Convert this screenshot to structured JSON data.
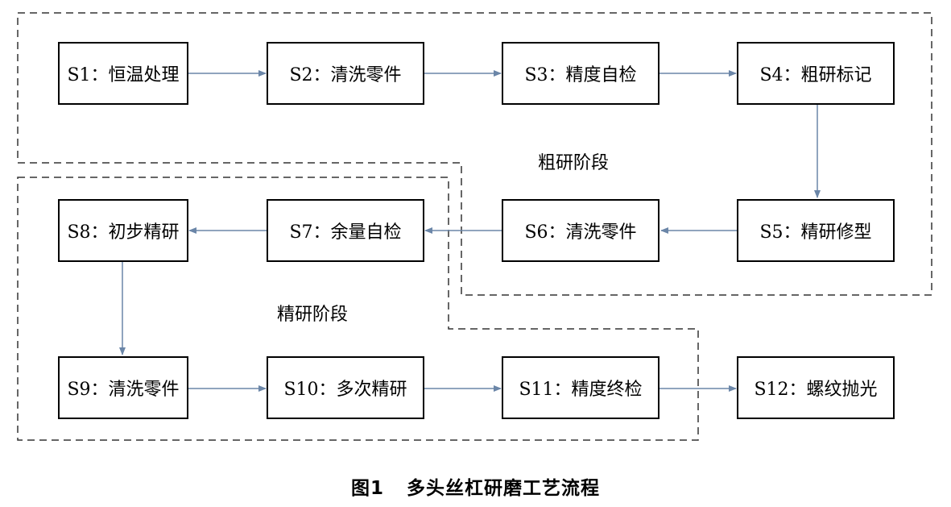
{
  "steps": {
    "s1": "S1：恒温处理",
    "s2": "S2：清洗零件",
    "s3": "S3：精度自检",
    "s4": "S4：粗研标记",
    "s5": "S5：精研修型",
    "s6": "S6：清洗零件",
    "s7": "S7：余量自检",
    "s8": "S8：初步精研",
    "s9": "S9：清洗零件",
    "s10": "S10：多次精研",
    "s11": "S11：精度终检",
    "s12": "S12：螺纹抛光"
  },
  "stages": {
    "rough": "粗研阶段",
    "fine": "精研阶段"
  },
  "caption": {
    "number": "图1",
    "title": "多头丝杠研磨工艺流程"
  },
  "colors": {
    "arrow": "#6b86a8",
    "border": "#000000",
    "dashed_frame": "#333333"
  }
}
